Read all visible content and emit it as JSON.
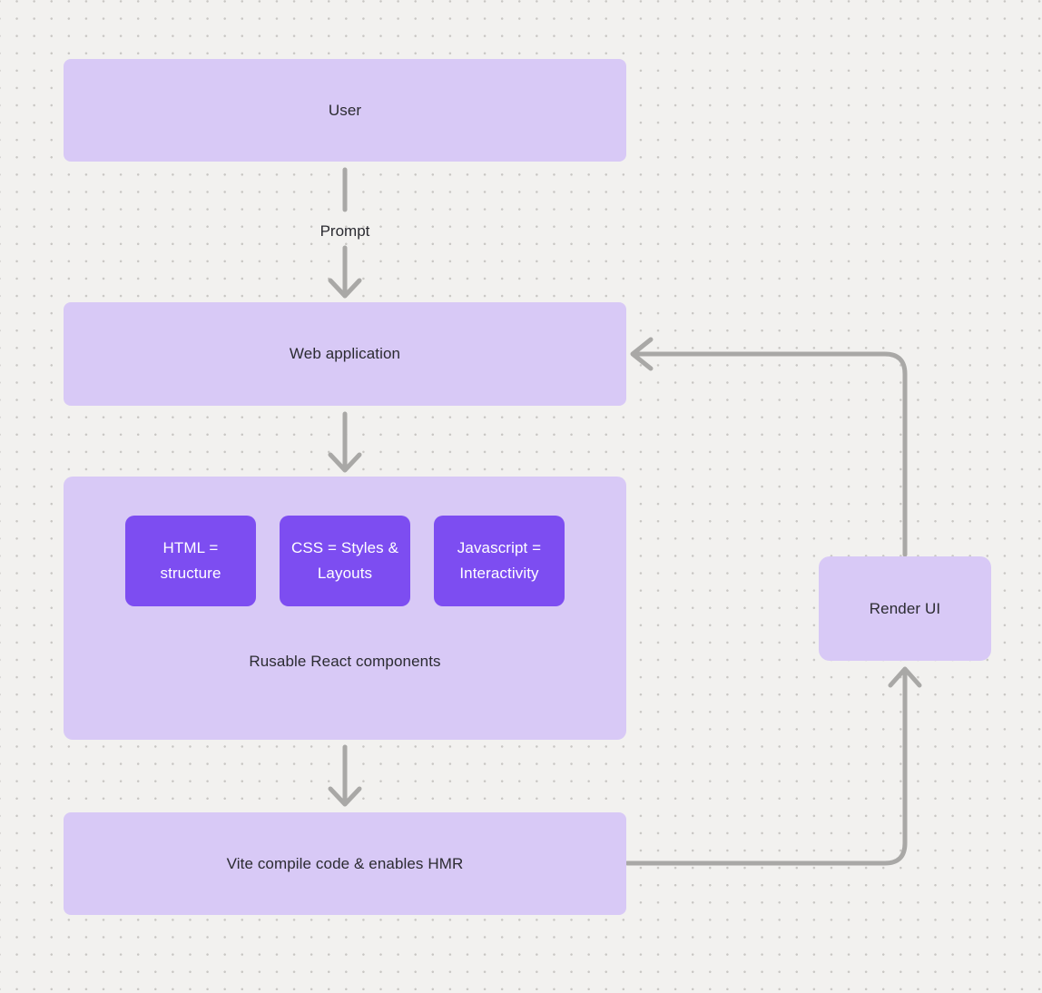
{
  "diagram": {
    "nodes": {
      "user": {
        "label": "User"
      },
      "web_application": {
        "label": "Web application"
      },
      "components_group": {
        "items": [
          {
            "label": "HTML = structure"
          },
          {
            "label": "CSS = Styles & Layouts"
          },
          {
            "label": "Javascript = Interactivity"
          }
        ],
        "caption": "Rusable React components"
      },
      "vite": {
        "label": "Vite compile code & enables HMR"
      },
      "render_ui": {
        "label": "Render UI"
      }
    },
    "edges": {
      "user_to_web_label": "Prompt"
    },
    "colors": {
      "background": "#f2f1ef",
      "dot_grid": "#c8c6c3",
      "node_fill": "#d8c9f6",
      "accent_fill": "#7d4df1",
      "arrow": "#a9a8a6",
      "text_dark": "#2b2b31",
      "text_light": "#ffffff"
    }
  }
}
